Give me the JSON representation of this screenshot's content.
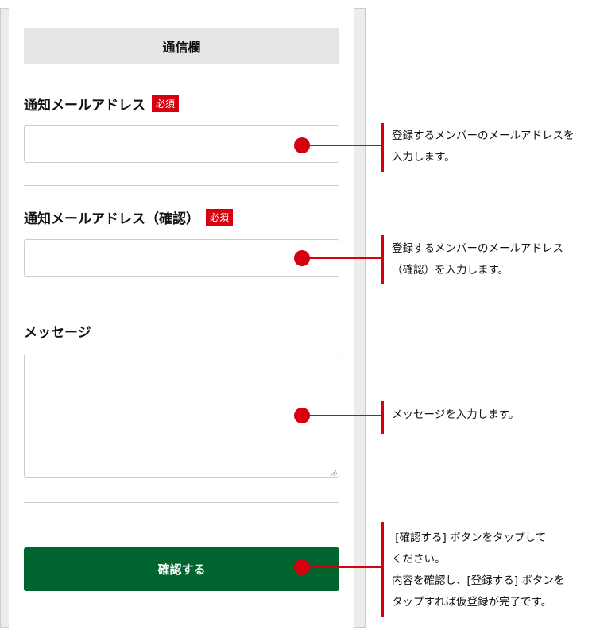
{
  "form": {
    "section_title": "通信欄",
    "required_badge": "必須",
    "email_label": "通知メールアドレス",
    "email_value": "",
    "email_confirm_label": "通知メールアドレス（確認）",
    "email_confirm_value": "",
    "message_label": "メッセージ",
    "message_value": "",
    "confirm_button": "確認する"
  },
  "annotations": [
    "登録するメンバーのメールアドレスを\n入力します。",
    "登録するメンバーのメールアドレス\n（確認）を入力します。",
    "メッセージを入力します。",
    " [確認する] ボタンをタップして\nください。\n内容を確認し、[登録する] ボタンを\nタップすれば仮登録が完了です。"
  ],
  "colors": {
    "accent": "#d7000f",
    "button": "#00642f"
  }
}
